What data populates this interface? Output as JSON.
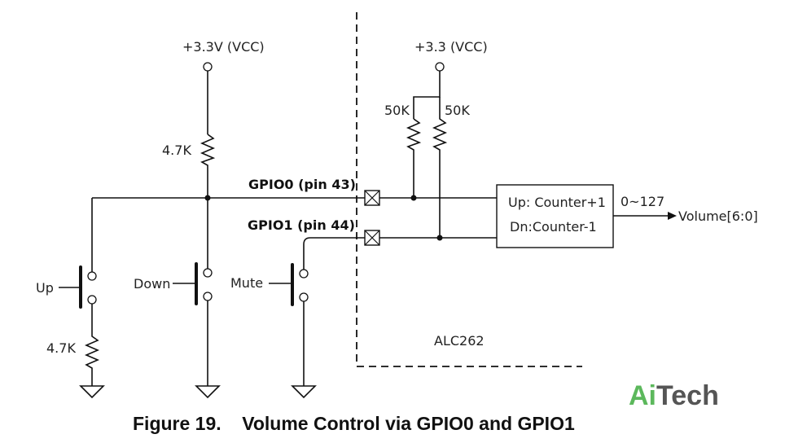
{
  "schematic": {
    "vcc_left": "+3.3V (VCC)",
    "vcc_right": "+3.3 (VCC)",
    "res_main": "4.7K",
    "res_up": "4.7K",
    "res_pull1": "50K",
    "res_pull2": "50K",
    "gpio0": "GPIO0 (pin 43)",
    "gpio1": "GPIO1 (pin 44)",
    "btn_up": "Up",
    "btn_down": "Down",
    "btn_mute": "Mute",
    "counter_line1": "Up: Counter+1",
    "counter_line2": "Dn:Counter-1",
    "range": "0~127",
    "output": "Volume[6:0]",
    "chip": "ALC262"
  },
  "caption": "Figure 19.    Volume Control via GPIO0 and GPIO1",
  "watermark": {
    "part1": "Ai",
    "part2": "Tech",
    "color1": "#5cb85c",
    "color2": "#555555"
  }
}
